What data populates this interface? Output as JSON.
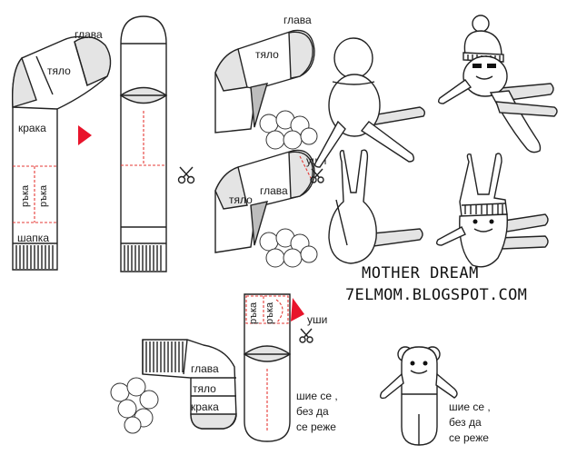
{
  "labels": {
    "head": "глава",
    "body": "тяло",
    "legs": "крака",
    "arm": "ръка",
    "hat": "шапка",
    "ears": "уши",
    "sew_note": [
      "шие се ,",
      "без да",
      "се реже"
    ]
  },
  "branding": {
    "title": "MOTHER DREAM",
    "site": "7ELMOM.BLOGSPOT.COM"
  },
  "colors": {
    "arrow": "#e8142b",
    "cut_line": "#e53935",
    "fill_light": "#e4e4e4",
    "fill_dark": "#bdbdbd"
  }
}
